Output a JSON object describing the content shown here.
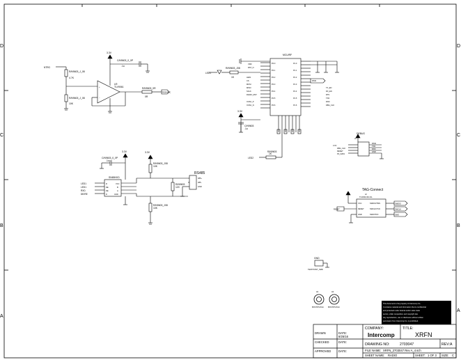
{
  "zones": {
    "rows": [
      "D",
      "C",
      "B",
      "A"
    ]
  },
  "sections": {
    "rs485": "RS485",
    "debug": "DEBUG",
    "tag_connect": "TAG-Connect",
    "gnd": "GND"
  },
  "title_block": {
    "company_label": "COMPANY:",
    "company": "Intercomp",
    "title_label": "TITLE:",
    "title": "XRFN",
    "drawing_no_label": "DRAWING NO:",
    "drawing_no": "2703047",
    "rev_label": "REV:",
    "rev": "A",
    "file_name_label": "FILE NAME:",
    "file_name": "XRFN_2703047 Rev A_4.sch",
    "sheet_name_label": "SHEET NAME:",
    "sheet_name": "RADIO",
    "sheet_label": "SHEET:",
    "sheet": "1 OF 3",
    "size_label": "SIZE:",
    "size": "C",
    "date_value": "8/25/16",
    "notice": [
      "This document is the property of Intercomp Co.",
      "It contains material and information that is confidential",
      "and protected under federal and/or state trade",
      "secret, unfair competition and copyright law.",
      "Any reproduction, use or disclosure without written",
      "permission from Intercomp Co. is prohibited."
    ]
  },
  "colors": {
    "ink": "#000000",
    "paper": "#ffffff"
  }
}
